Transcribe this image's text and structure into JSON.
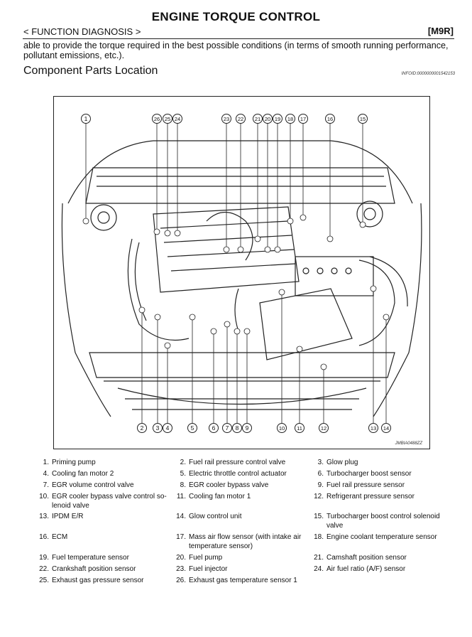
{
  "header": {
    "title": "ENGINE TORQUE CONTROL",
    "subhead": "< FUNCTION DIAGNOSIS >",
    "code": "[M9R]"
  },
  "intro_text": "able to provide the torque required in the best possible conditions (in terms of smooth running performance, pollutant emissions, etc.).",
  "section": {
    "title": "Component Parts Location",
    "info_id": "INFOID:0000000001542153"
  },
  "figure": {
    "code": "JMBIA0488ZZ",
    "top_callouts": [
      "1",
      "26",
      "25",
      "24",
      "23",
      "22",
      "21",
      "20",
      "19",
      "18",
      "17",
      "16",
      "15"
    ],
    "bottom_callouts": [
      "2",
      "3",
      "4",
      "5",
      "6",
      "7",
      "8",
      "9",
      "10",
      "11",
      "12",
      "13",
      "14"
    ]
  },
  "parts": [
    {
      "num": "1.",
      "name": "Priming pump"
    },
    {
      "num": "2.",
      "name": "Fuel rail pressure control valve"
    },
    {
      "num": "3.",
      "name": "Glow plug"
    },
    {
      "num": "4.",
      "name": "Cooling fan motor 2"
    },
    {
      "num": "5.",
      "name": "Electric throttle control actuator"
    },
    {
      "num": "6.",
      "name": "Turbocharger boost sensor"
    },
    {
      "num": "7.",
      "name": "EGR volume control valve"
    },
    {
      "num": "8.",
      "name": "EGR cooler bypass valve"
    },
    {
      "num": "9.",
      "name": "Fuel rail pressure sensor"
    },
    {
      "num": "10.",
      "name": "EGR cooler bypass valve control so-lenoid valve"
    },
    {
      "num": "11.",
      "name": "Cooling fan motor 1"
    },
    {
      "num": "12.",
      "name": "Refrigerant pressure sensor"
    },
    {
      "num": "13.",
      "name": "IPDM E/R"
    },
    {
      "num": "14.",
      "name": "Glow control unit"
    },
    {
      "num": "15.",
      "name": "Turbocharger boost control solenoid valve"
    },
    {
      "num": "16.",
      "name": "ECM"
    },
    {
      "num": "17.",
      "name": "Mass air flow sensor (with intake air temperature sensor)"
    },
    {
      "num": "18.",
      "name": "Engine coolant temperature sensor"
    },
    {
      "num": "19.",
      "name": "Fuel temperature sensor"
    },
    {
      "num": "20.",
      "name": "Fuel pump"
    },
    {
      "num": "21.",
      "name": "Camshaft position sensor"
    },
    {
      "num": "22.",
      "name": "Crankshaft position sensor"
    },
    {
      "num": "23.",
      "name": "Fuel injector"
    },
    {
      "num": "24.",
      "name": "Air fuel ratio (A/F) sensor"
    },
    {
      "num": "25.",
      "name": "Exhaust gas pressure sensor"
    },
    {
      "num": "26.",
      "name": "Exhaust gas temperature sensor 1"
    }
  ]
}
